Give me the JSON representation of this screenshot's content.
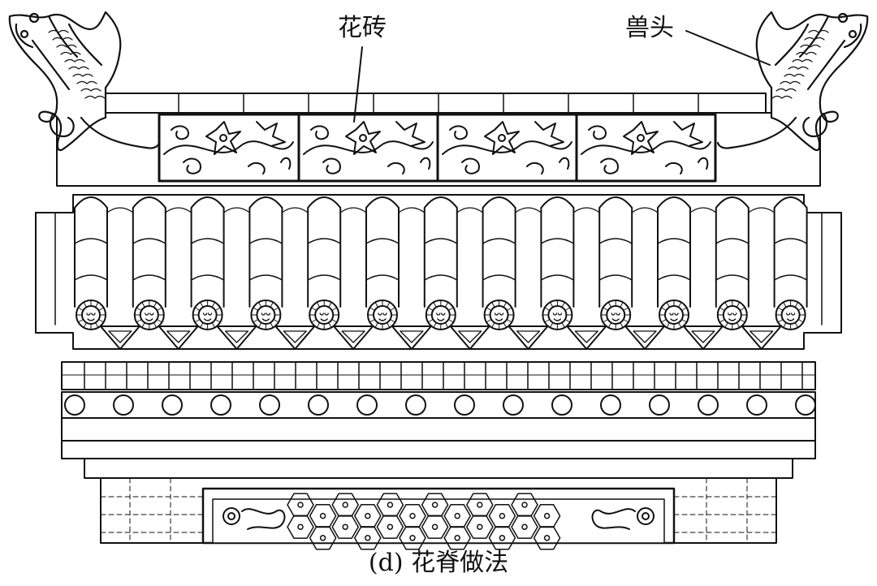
{
  "labels": {
    "flower_brick": "花砖",
    "beast_head": "兽头"
  },
  "caption": "(d) 花脊做法",
  "colors": {
    "line": "#111111",
    "background": "#ffffff"
  }
}
